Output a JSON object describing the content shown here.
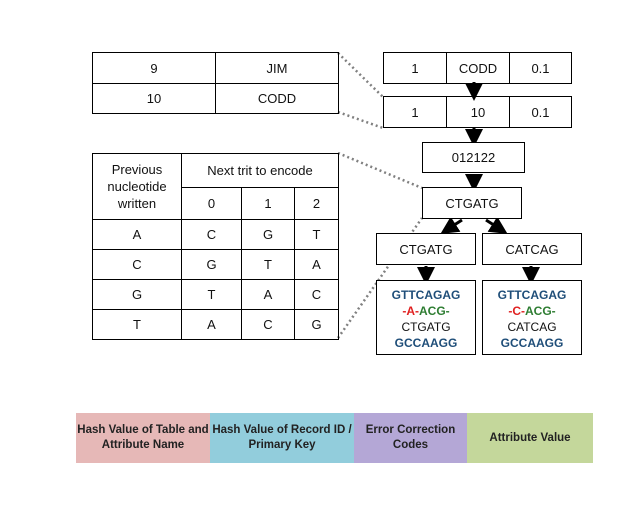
{
  "lookup_table": {
    "rows": [
      [
        "9",
        "JIM"
      ],
      [
        "10",
        "CODD"
      ]
    ]
  },
  "record_boxes": {
    "row1": [
      "1",
      "CODD",
      "0.1"
    ],
    "row2": [
      "1",
      "10",
      "0.1"
    ]
  },
  "trit_string": "012122",
  "dna_string": "CTGATG",
  "branches": {
    "left": {
      "label": "CTGATG",
      "lines": [
        [
          {
            "t": "GTTCAGAG",
            "c": "blue"
          }
        ],
        [
          {
            "t": "-",
            "c": "red"
          },
          {
            "t": "A",
            "c": "red"
          },
          {
            "t": "-",
            "c": "red"
          },
          {
            "t": "ACG",
            "c": "green"
          },
          {
            "t": "-",
            "c": "green"
          }
        ],
        [
          {
            "t": "CTGATG",
            "c": "plain"
          }
        ],
        [
          {
            "t": "GCCAAGG",
            "c": "blue"
          }
        ]
      ]
    },
    "right": {
      "label": "CATCAG",
      "lines": [
        [
          {
            "t": "GTTCAGAG",
            "c": "blue"
          }
        ],
        [
          {
            "t": "-",
            "c": "red"
          },
          {
            "t": "C",
            "c": "red"
          },
          {
            "t": "-",
            "c": "red"
          },
          {
            "t": "ACG",
            "c": "green"
          },
          {
            "t": "-",
            "c": "green"
          }
        ],
        [
          {
            "t": "CATCAG",
            "c": "plain"
          }
        ],
        [
          {
            "t": "GCCAAGG",
            "c": "blue"
          }
        ]
      ]
    }
  },
  "encoding_table": {
    "header_previous": "Previous nucleotide written",
    "header_next": "Next trit to encode",
    "trits": [
      "0",
      "1",
      "2"
    ],
    "rows": [
      [
        "A",
        "C",
        "G",
        "T"
      ],
      [
        "C",
        "G",
        "T",
        "A"
      ],
      [
        "G",
        "T",
        "A",
        "C"
      ],
      [
        "T",
        "A",
        "C",
        "G"
      ]
    ]
  },
  "legend": [
    {
      "label": "Hash Value of Table and Attribute Name",
      "color": "#e6b8b7"
    },
    {
      "label": "Hash Value of Record ID / Primary Key",
      "color": "#92cddc"
    },
    {
      "label": "Error Correction Codes",
      "color": "#b4a7d6"
    },
    {
      "label": "Attribute Value",
      "color": "#c4d79b"
    }
  ],
  "colors": {
    "blue_text": "#1f4e79",
    "red_text": "#e02020",
    "green_text": "#2e7d32",
    "arrow": "#000000",
    "dotted": "#808080"
  }
}
